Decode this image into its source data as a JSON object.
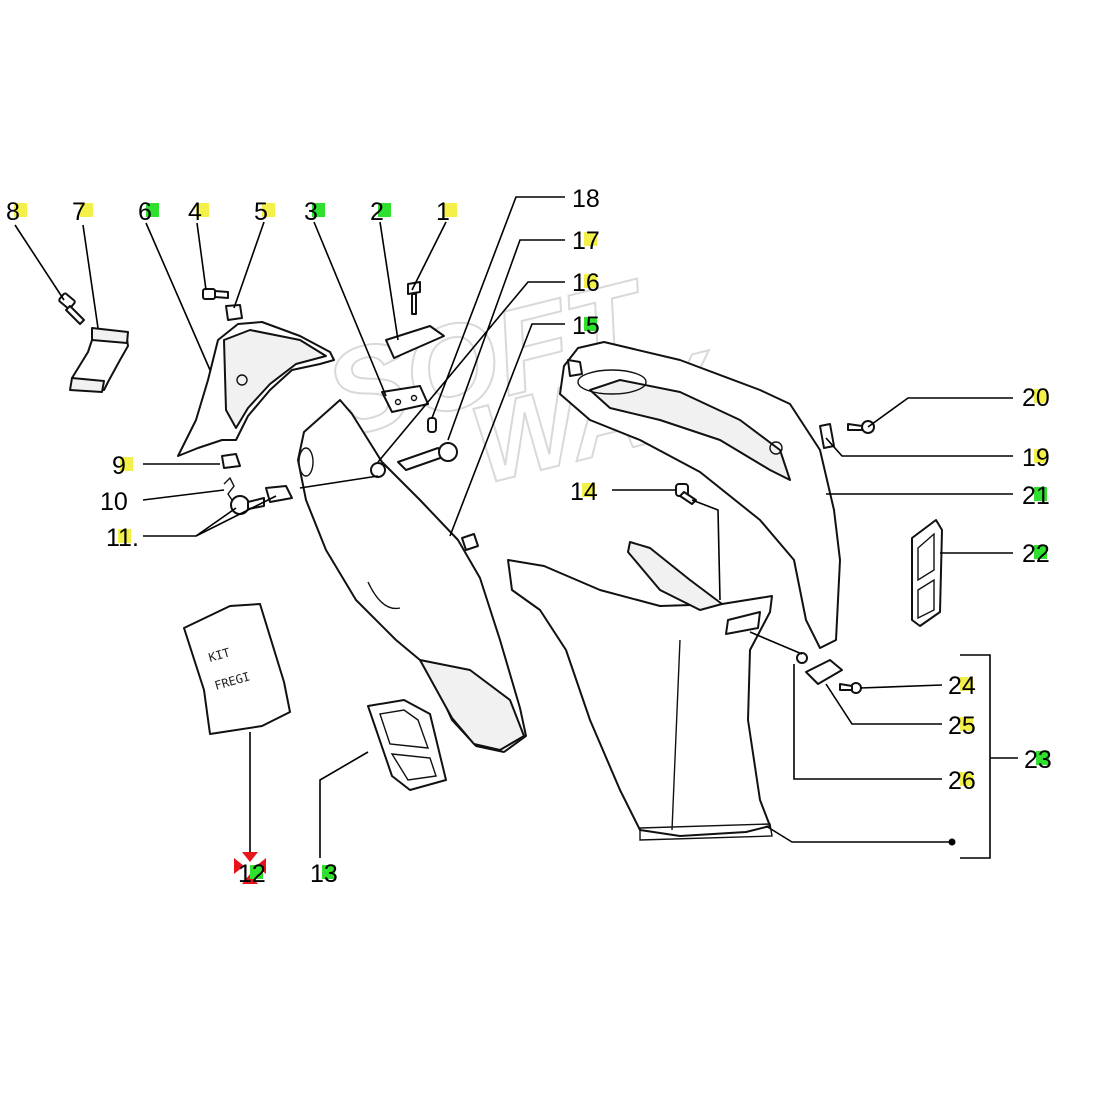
{
  "watermark": {
    "line1": "SOFT",
    "line2": "WAY"
  },
  "kit_bag": {
    "line1": "KIT",
    "line2": "FREGI"
  },
  "colors": {
    "yellow": "#f4f04a",
    "green": "#2fe02f",
    "marker_red": "#e8141c",
    "line": "#000000"
  },
  "callouts": [
    {
      "id": "8",
      "label": "8",
      "highlight": "yellow"
    },
    {
      "id": "7",
      "label": "7",
      "highlight": "yellow"
    },
    {
      "id": "6",
      "label": "6",
      "highlight": "green"
    },
    {
      "id": "4",
      "label": "4",
      "highlight": "yellow"
    },
    {
      "id": "5",
      "label": "5",
      "highlight": "yellow"
    },
    {
      "id": "3",
      "label": "3",
      "highlight": "green"
    },
    {
      "id": "2",
      "label": "2",
      "highlight": "green"
    },
    {
      "id": "1",
      "label": "1",
      "highlight": "yellow"
    },
    {
      "id": "18",
      "label": "18",
      "highlight": "none"
    },
    {
      "id": "17",
      "label": "17",
      "highlight": "yellow"
    },
    {
      "id": "16",
      "label": "16",
      "highlight": "yellow"
    },
    {
      "id": "15",
      "label": "15",
      "highlight": "green"
    },
    {
      "id": "20",
      "label": "20",
      "highlight": "yellow"
    },
    {
      "id": "19",
      "label": "19",
      "highlight": "yellow"
    },
    {
      "id": "14",
      "label": "14",
      "highlight": "yellow"
    },
    {
      "id": "21",
      "label": "21",
      "highlight": "green"
    },
    {
      "id": "22",
      "label": "22",
      "highlight": "green"
    },
    {
      "id": "9",
      "label": "9",
      "highlight": "yellow"
    },
    {
      "id": "10",
      "label": "10",
      "highlight": "none"
    },
    {
      "id": "11",
      "label": "11.",
      "highlight": "yellow"
    },
    {
      "id": "24",
      "label": "24",
      "highlight": "yellow"
    },
    {
      "id": "25",
      "label": "25",
      "highlight": "yellow"
    },
    {
      "id": "23",
      "label": "23",
      "highlight": "green"
    },
    {
      "id": "26",
      "label": "26",
      "highlight": "yellow"
    },
    {
      "id": "12",
      "label": "12",
      "highlight": "green"
    },
    {
      "id": "13",
      "label": "13",
      "highlight": "green"
    }
  ]
}
